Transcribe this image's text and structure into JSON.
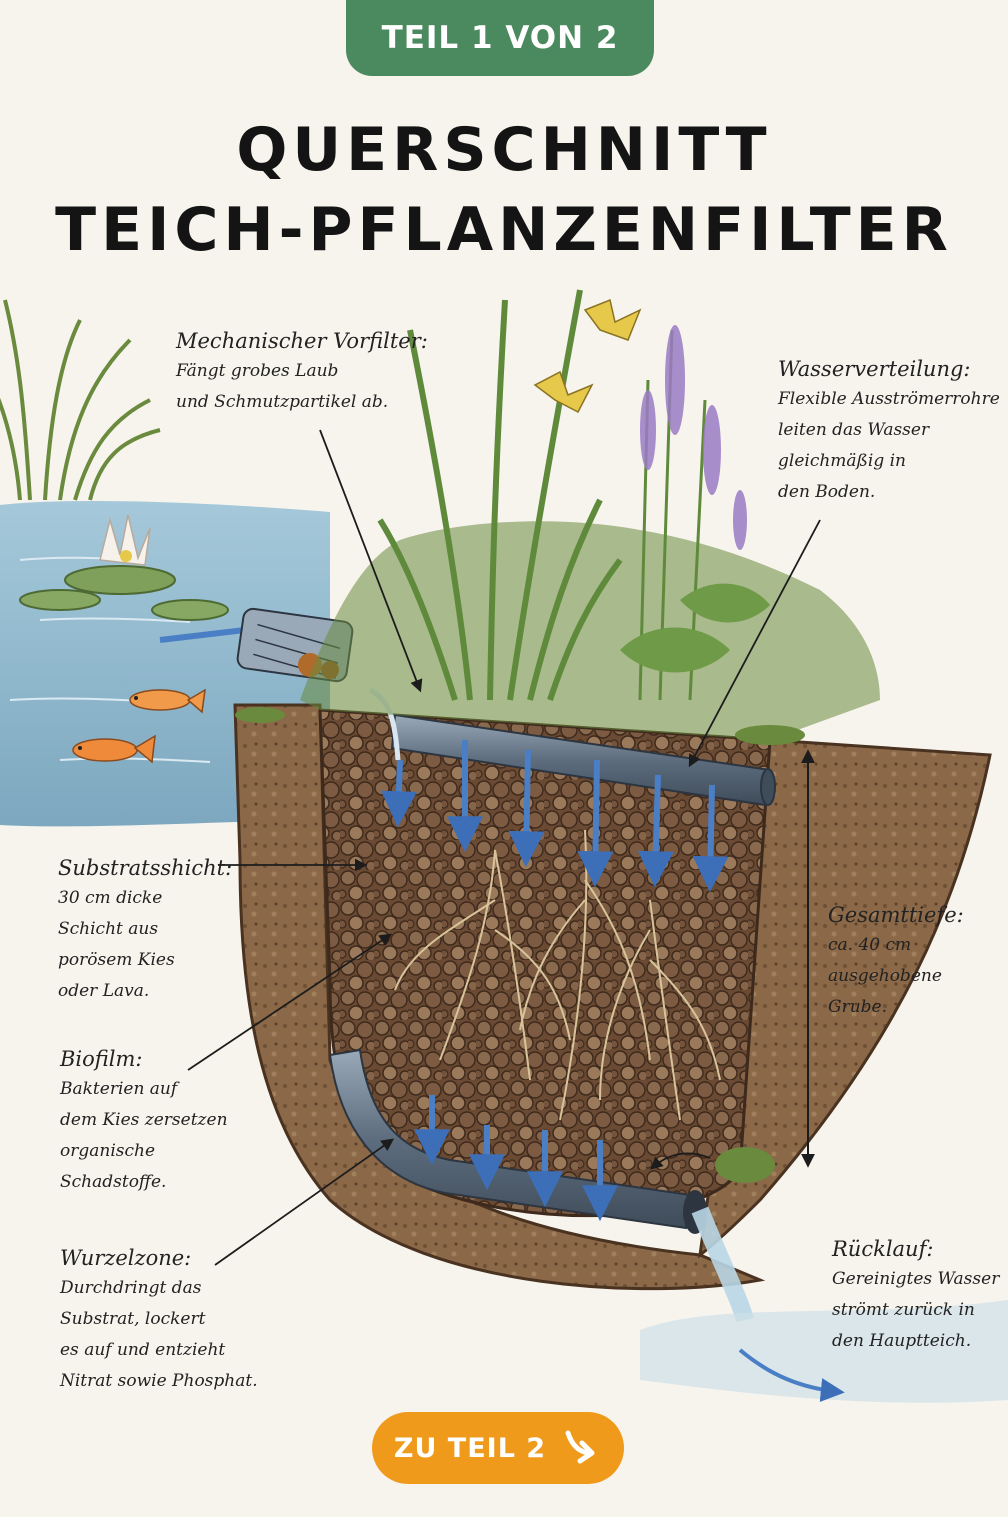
{
  "badge": {
    "label": "TEIL 1 VON 2"
  },
  "title": {
    "line1": "QUERSCHNITT",
    "line2": "TEICH-PFLANZENFILTER"
  },
  "annotations": {
    "vorfilter": {
      "heading": "Mechanischer Vorfilter:",
      "lines": [
        "Fängt grobes Laub",
        "und Schmutzpartikel ab."
      ]
    },
    "verteilung": {
      "heading": "Wasserverteilung:",
      "lines": [
        "Flexible Ausströmerrohre",
        "leiten das Wasser",
        "gleichmäßig in",
        "den Boden."
      ]
    },
    "substrat": {
      "heading": "Substratsshicht:",
      "lines": [
        "30 cm dicke",
        "Schicht aus",
        "porösem Kies",
        "oder Lava."
      ]
    },
    "tiefe": {
      "heading": "Gesamttiefe:",
      "lines": [
        "ca. 40 cm",
        "ausgehobene",
        "Grube."
      ]
    },
    "biofilm": {
      "heading": "Biofilm:",
      "lines": [
        "Bakterien auf",
        "dem Kies zersetzen",
        "organische",
        "Schadstoffe."
      ]
    },
    "wurzel": {
      "heading": "Wurzelzone:",
      "lines": [
        "Durchdringt das",
        "Substrat, lockert",
        "es auf und entzieht",
        "Nitrat sowie Phosphat."
      ]
    },
    "ruecklauf": {
      "heading": "Rücklauf:",
      "lines": [
        "Gereinigtes Wasser",
        "strömt zurück in",
        "den Hauptteich."
      ]
    }
  },
  "cta": {
    "label": "ZU TEIL 2"
  },
  "colors": {
    "badge": "#4b8a5f",
    "cta": "#f09a1c",
    "water": "#8ab8cf",
    "soil": "#6b4a33",
    "pipe": "#6f7f90",
    "flow_arrow": "#4a7fc6",
    "plant": "#5f8a3c",
    "iris": "#e6c84a",
    "lavender": "#9a7ac4"
  },
  "icons": [
    "koi-fish-icon",
    "water-lily-icon",
    "iris-flower-icon",
    "lavender-icon",
    "flow-arrow-icon",
    "arrow-down-right-icon"
  ]
}
